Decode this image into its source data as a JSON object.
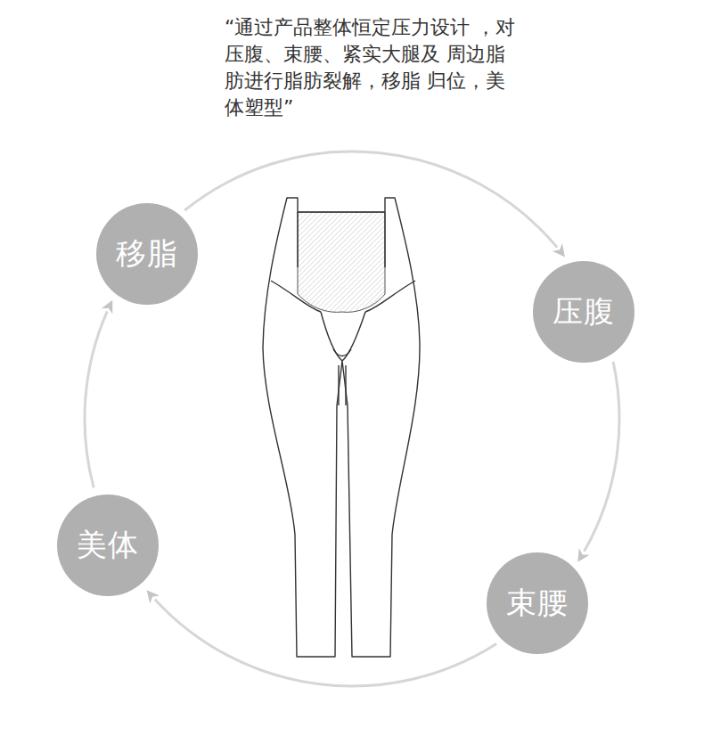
{
  "diagram": {
    "title": "“通过产品整体恒定压力设计 ，对压腹、束腰、紧实大腿及 周边脂肪进行脂肪裂解，移脂 归位，美体塑型”",
    "nodes": [
      {
        "text": [
          "移脂"
        ]
      },
      {
        "text": [
          "压腹"
        ]
      },
      {
        "text": [
          "束腰"
        ]
      },
      {
        "text": [
          "美体"
        ]
      }
    ],
    "edges": [
      {
        "from": 0,
        "to": 1,
        "arrow": "to"
      },
      {
        "from": 1,
        "to": 2,
        "arrow": "to"
      },
      {
        "from": 2,
        "to": 3,
        "arrow": "to"
      },
      {
        "from": 3,
        "to": 0,
        "arrow": "to"
      }
    ]
  }
}
